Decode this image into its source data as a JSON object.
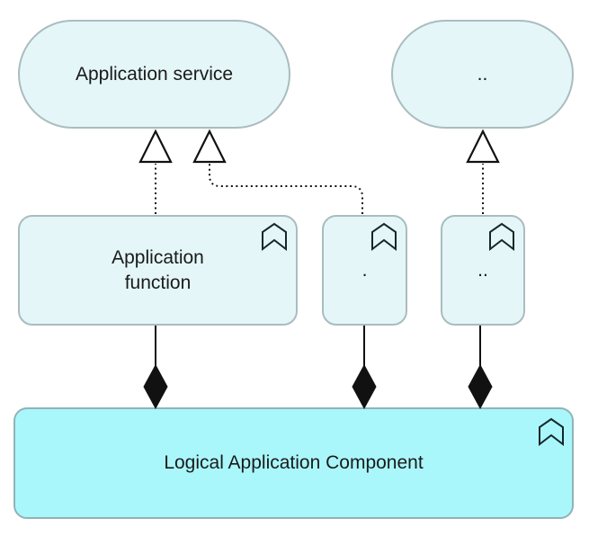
{
  "colors": {
    "node_fill_light": "#e4f6f8",
    "node_fill_component": "#aaf7fb",
    "node_border_light": "#aabcc0",
    "node_border_component": "#8fb3b7",
    "connector": "#111111",
    "text": "#1a1a1a"
  },
  "nodes": {
    "service_main": {
      "label": "Application service"
    },
    "service_secondary": {
      "label": ".."
    },
    "function_main": {
      "label": "Application\nfunction"
    },
    "function_small_1": {
      "label": "."
    },
    "function_small_2": {
      "label": ".."
    },
    "component": {
      "label": "Logical Application Component"
    }
  },
  "icons": {
    "node_marker": "double-chevron-up-icon"
  },
  "relationships": {
    "realization_style": "dotted-line-hollow-triangle",
    "composition_style": "solid-line-filled-diamond"
  }
}
